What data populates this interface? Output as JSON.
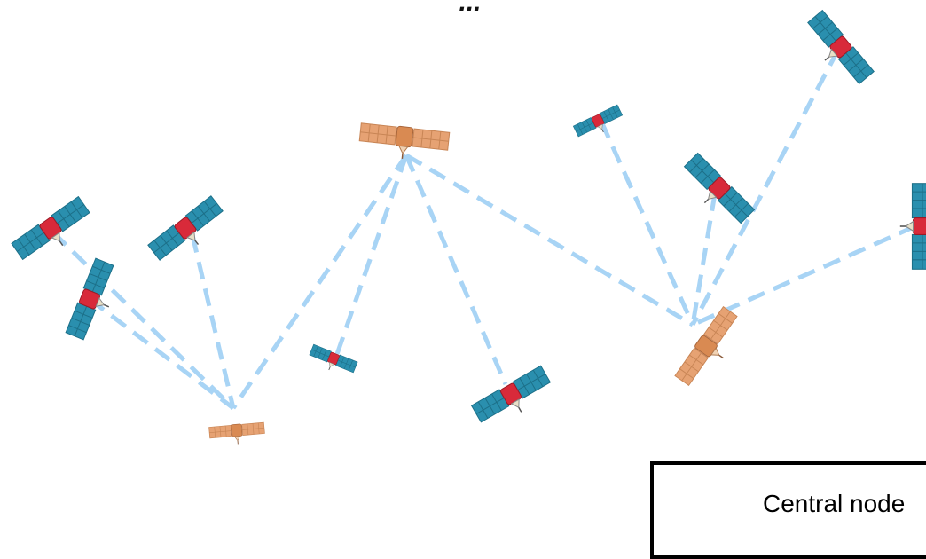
{
  "title": "...",
  "legend": {
    "label": "Central node",
    "arrow_icon": "right-arrow-icon",
    "symbol_icon": "central-node-satellite-icon"
  },
  "colors": {
    "link": "#a8d4f5",
    "regular_panel": "#2a8fae",
    "regular_body": "#d82a3a",
    "central_panel": "#e6a273",
    "central_body": "#d98a52"
  },
  "nodes": [
    {
      "id": "c1",
      "role": "central"
    },
    {
      "id": "c2",
      "role": "central"
    },
    {
      "id": "c3",
      "role": "central"
    },
    {
      "id": "s1",
      "role": "regular"
    },
    {
      "id": "s2",
      "role": "regular"
    },
    {
      "id": "s3",
      "role": "regular"
    },
    {
      "id": "s4",
      "role": "regular"
    },
    {
      "id": "s5",
      "role": "regular"
    },
    {
      "id": "s6",
      "role": "regular"
    },
    {
      "id": "s7",
      "role": "regular"
    },
    {
      "id": "s8",
      "role": "regular"
    },
    {
      "id": "s9",
      "role": "regular"
    },
    {
      "id": "s10",
      "role": "regular"
    }
  ],
  "links": [
    [
      "s1",
      "c1"
    ],
    [
      "s2",
      "c1"
    ],
    [
      "s3",
      "c1"
    ],
    [
      "c2",
      "c1"
    ],
    [
      "c2",
      "s4"
    ],
    [
      "c2",
      "s5"
    ],
    [
      "c2",
      "c3"
    ],
    [
      "s6",
      "c3"
    ],
    [
      "s7",
      "c3"
    ],
    [
      "s8",
      "c3"
    ],
    [
      "s9",
      "c3"
    ]
  ]
}
